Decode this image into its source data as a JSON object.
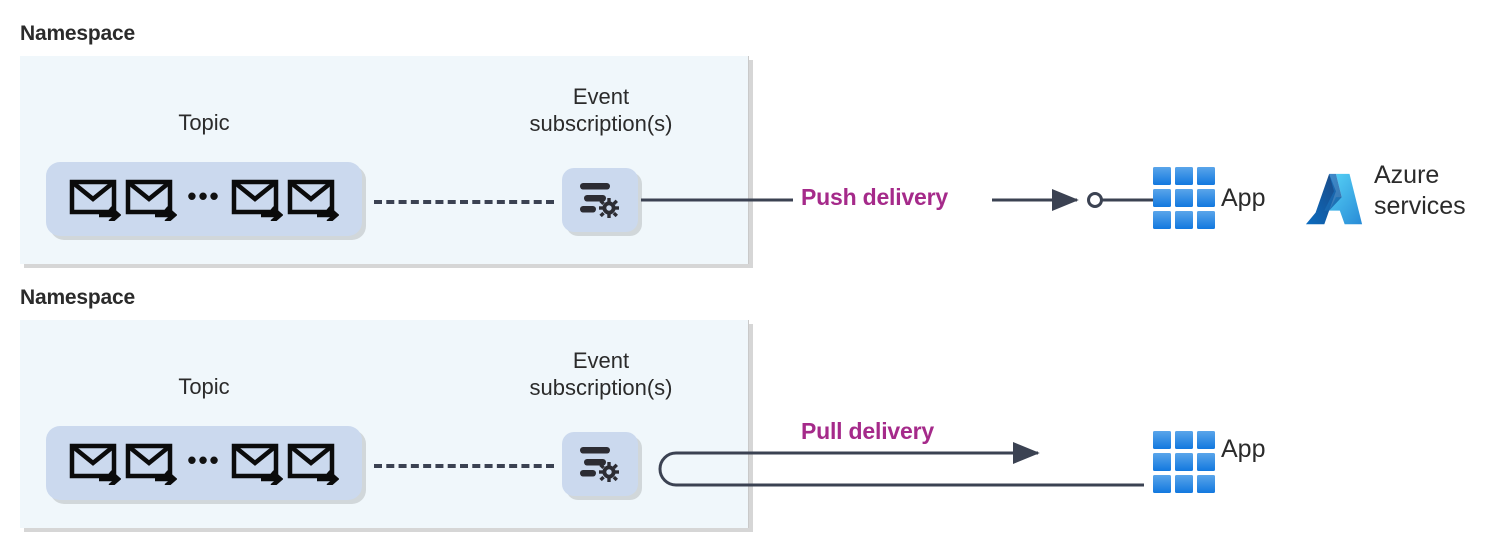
{
  "diagram": {
    "title_alt": "Azure Event Grid push and pull delivery",
    "colors": {
      "namespace_fill": "#f0f7fb",
      "tile_fill": "#cbd9ee",
      "delivery_accent": "#a52a8a",
      "line": "#3b4252",
      "app_blue_light": "#50a0e8",
      "app_blue_dark": "#1d7fe0",
      "azure_dark": "#0f5fb0",
      "azure_light": "#4fc3f2",
      "text": "#2b2b2b"
    }
  },
  "rows": [
    {
      "namespace_label": "Namespace",
      "topic_caption": "Topic",
      "subscription_caption": "Event\nsubscription(s)",
      "delivery_label": "Push delivery",
      "app_label": "App",
      "topic_message_icons": [
        "envelope-arrow-icon",
        "envelope-arrow-icon",
        "ellipsis",
        "envelope-arrow-icon",
        "envelope-arrow-icon"
      ],
      "subscription_icon": "filter-gear-icon",
      "connector": "dashed-line",
      "delivery_arrow": "arrow-right-with-endpoint-circle"
    },
    {
      "namespace_label": "Namespace",
      "topic_caption": "Topic",
      "subscription_caption": "Event\nsubscription(s)",
      "delivery_label": "Pull delivery",
      "app_label": "App",
      "topic_message_icons": [
        "envelope-arrow-icon",
        "envelope-arrow-icon",
        "ellipsis",
        "envelope-arrow-icon",
        "envelope-arrow-icon"
      ],
      "subscription_icon": "filter-gear-icon",
      "connector": "dashed-line",
      "delivery_arrow": "u-turn-loop-arrow-right"
    }
  ],
  "azure": {
    "logo_icon": "azure-logo-icon",
    "label": "Azure\nservices"
  }
}
